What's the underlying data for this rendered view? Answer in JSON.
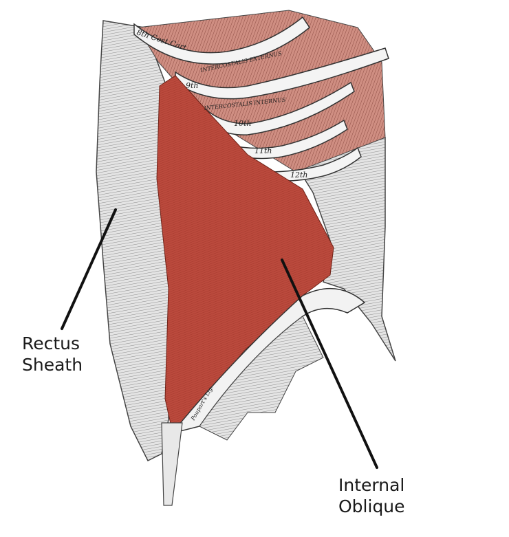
{
  "callouts": {
    "rectus_sheath": [
      "Rectus",
      "Sheath"
    ],
    "internal_oblique": [
      "Internal",
      "Oblique"
    ]
  },
  "engraved_labels": {
    "cost_cart": "8th Cost.Cart",
    "intercostalis_externus": "INTERCOSTALIS EXTERNUS",
    "intercostalis_internus": "INTERCOSTALIS INTERNUS",
    "rib_9": "9th",
    "rib_10": "10th",
    "rib_11": "11th",
    "rib_12": "12th",
    "ligament": "Poupart's Lig."
  },
  "colors": {
    "muscle": "#b9473a",
    "intercostal": "#c98a7e",
    "sheath": "#d9d9d9",
    "line": "#111111"
  }
}
